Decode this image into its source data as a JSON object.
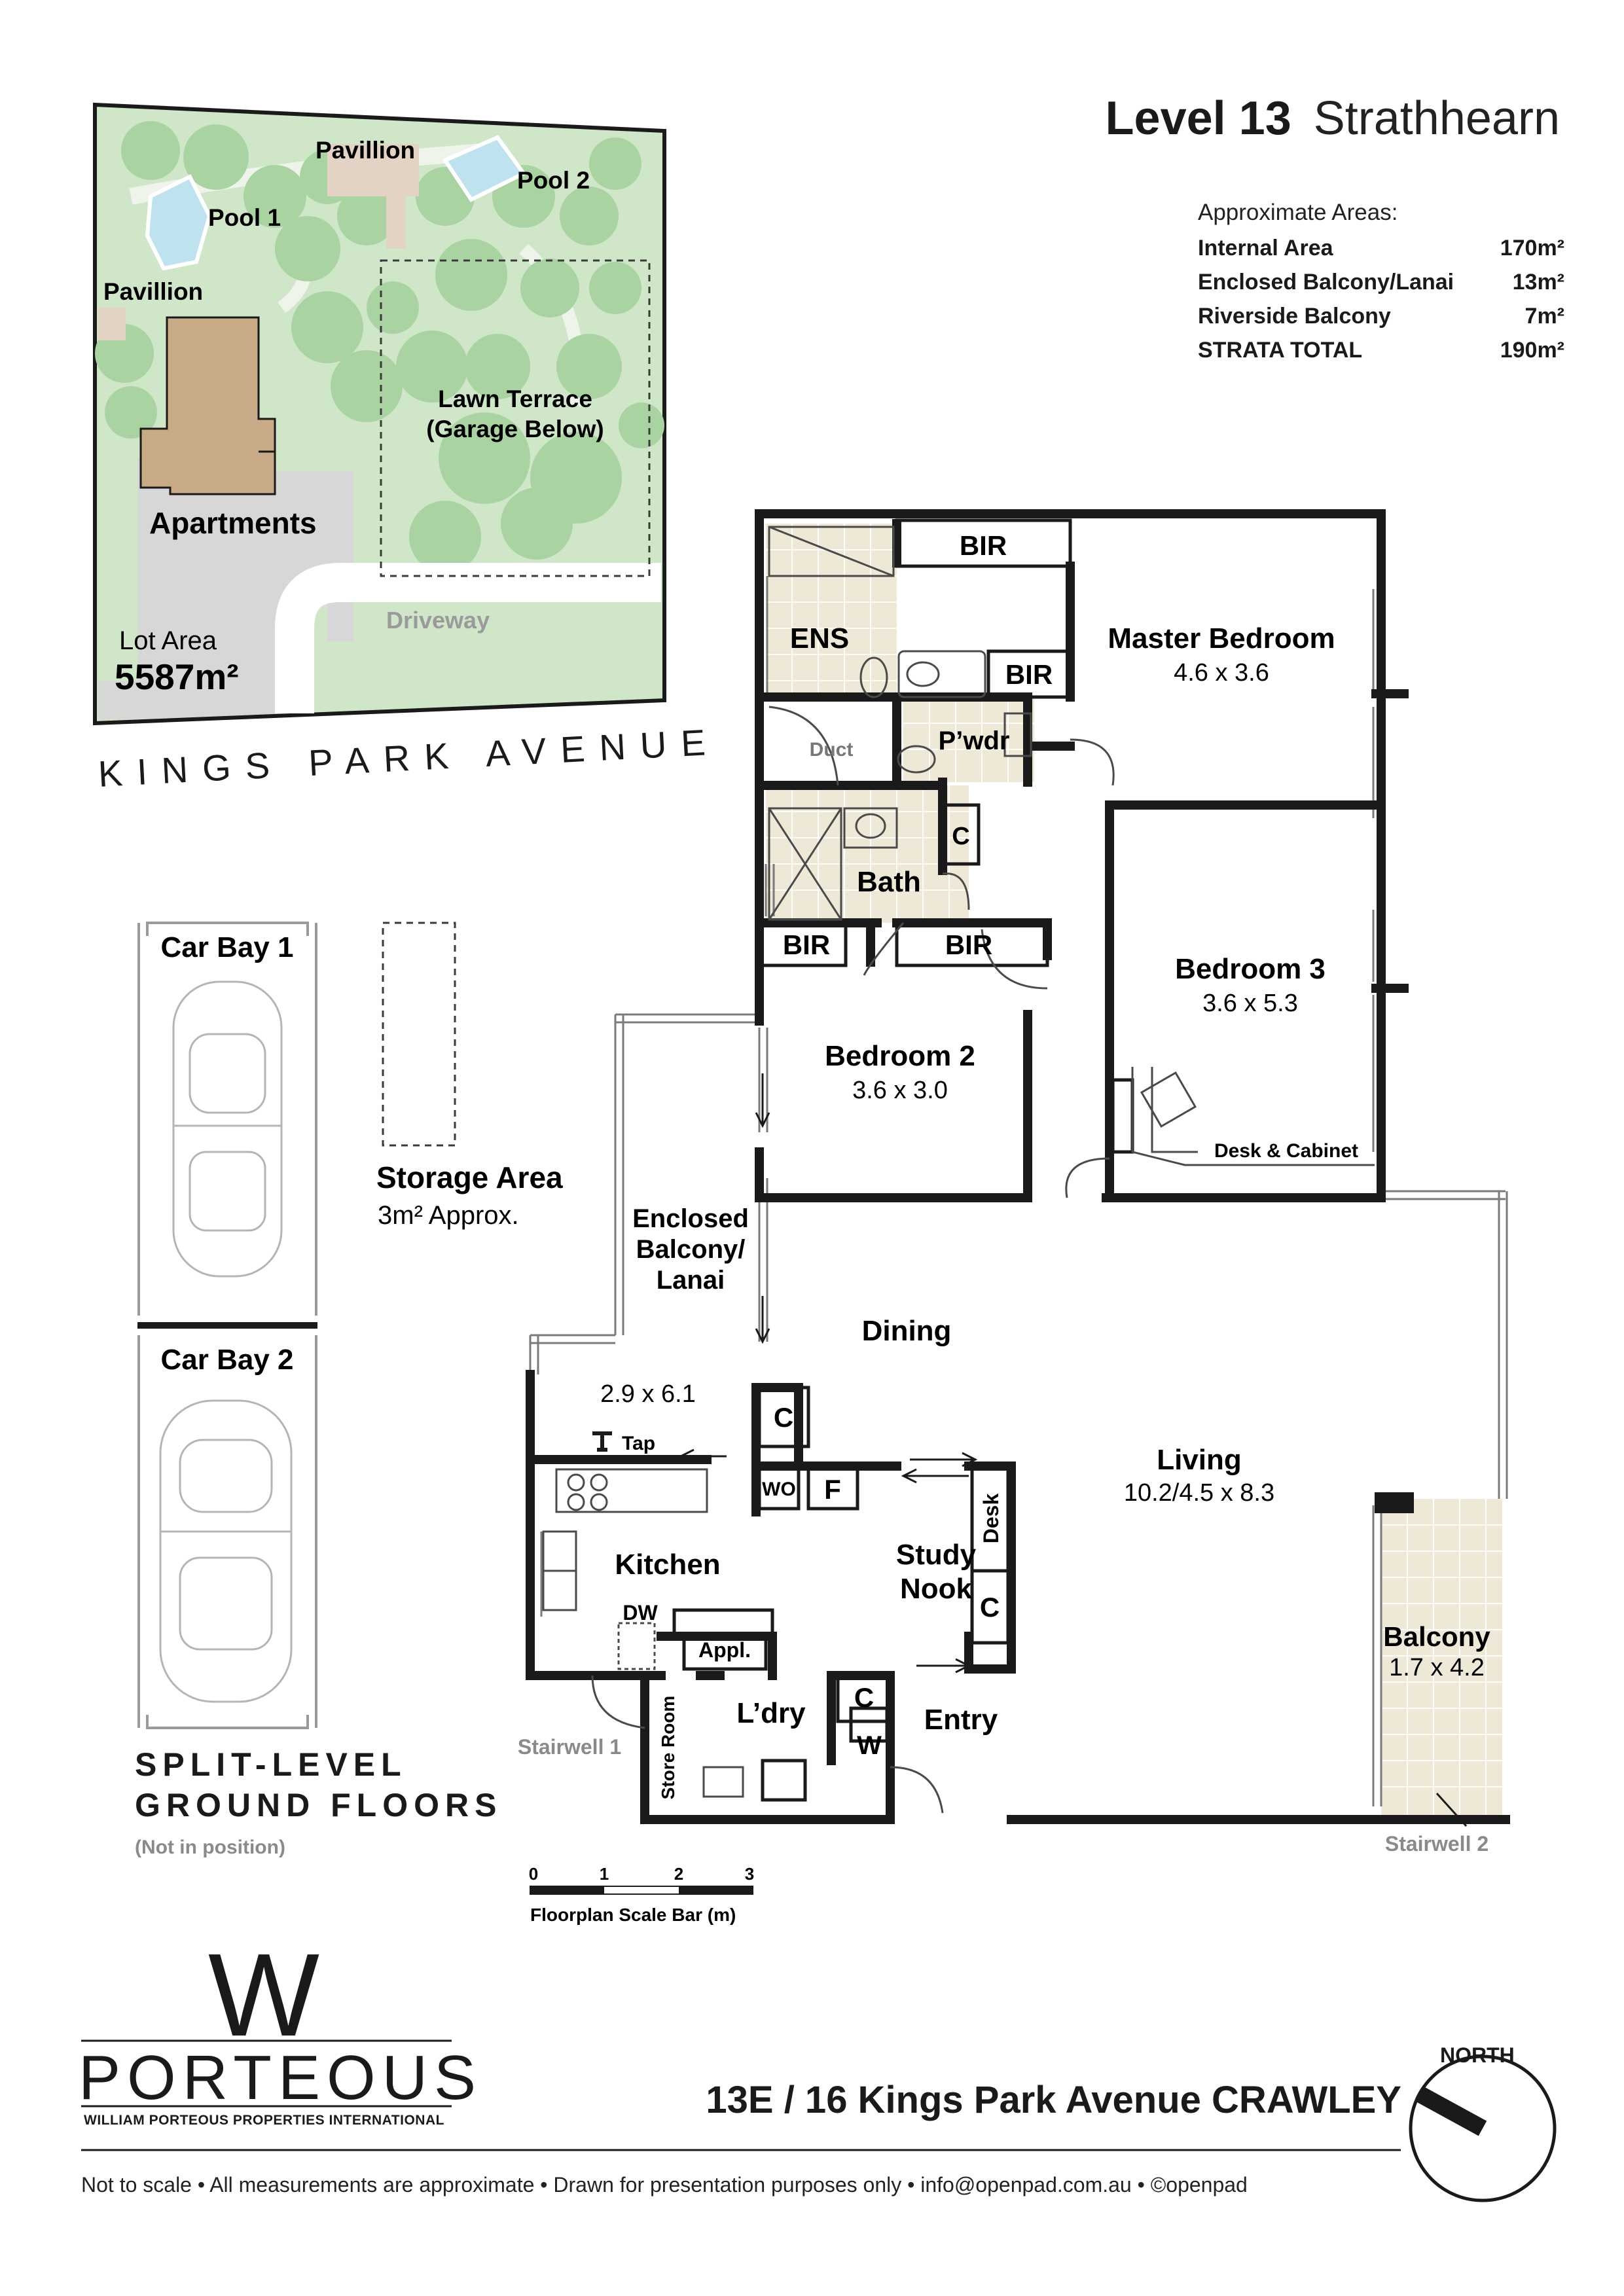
{
  "header": {
    "level": "Level 13",
    "building": "Strathhearn"
  },
  "areas": {
    "title": "Approximate Areas:",
    "rows": [
      {
        "label": "Internal Area",
        "value": "170m²"
      },
      {
        "label": "Enclosed Balcony/Lanai",
        "value": "13m²"
      },
      {
        "label": "Riverside Balcony",
        "value": "7m²"
      },
      {
        "label": "STRATA TOTAL",
        "value": "190m²"
      }
    ]
  },
  "site": {
    "pavillion_top": "Pavillion",
    "pool_1": "Pool 1",
    "pool_2": "Pool 2",
    "pavillion_left": "Pavillion",
    "lawn_1": "Lawn Terrace",
    "lawn_2": "(Garage Below)",
    "apartments": "Apartments",
    "driveway": "Driveway",
    "lot_label": "Lot Area",
    "lot_value": "5587m²",
    "street": "KINGS PARK AVENUE"
  },
  "ground": {
    "car_bay_1": "Car Bay 1",
    "car_bay_2": "Car Bay 2",
    "storage_title": "Storage Area",
    "storage_size": "3m² Approx.",
    "split_line1": "SPLIT-LEVEL",
    "split_line2": "GROUND FLOORS",
    "not_in_position": "(Not in position)"
  },
  "rooms": {
    "bir_top": "BIR",
    "ens": "ENS",
    "bir_master": "BIR",
    "master_name": "Master Bedroom",
    "master_size": "4.6 x 3.6",
    "duct": "Duct",
    "pwdr": "P’wdr",
    "c_bath": "C",
    "bath": "Bath",
    "bir_b2a": "BIR",
    "bir_b2b": "BIR",
    "bed3_name": "Bedroom 3",
    "bed3_size": "3.6 x 5.3",
    "bed2_name": "Bedroom 2",
    "bed2_size": "3.6 x 3.0",
    "desk_cabinet": "Desk & Cabinet",
    "enclosed_1": "Enclosed",
    "enclosed_2": "Balcony/",
    "enclosed_3": "Lanai",
    "dining": "Dining",
    "kitchen_dims": "2.9 x 6.1",
    "tap": "Tap",
    "c_pantry": "C",
    "wo": "WO",
    "f": "F",
    "kitchen": "Kitchen",
    "dw": "DW",
    "appl": "Appl.",
    "study_1": "Study",
    "study_2": "Nook",
    "desk": "Desk",
    "c_study": "C",
    "living_name": "Living",
    "living_size": "10.2/4.5 x 8.3",
    "balcony_name": "Balcony",
    "balcony_size": "1.7 x 4.2",
    "stairwell_1": "Stairwell 1",
    "store_room": "Store Room",
    "laundry": "L’dry",
    "c_laundry": "C",
    "w": "W",
    "entry": "Entry",
    "stairwell_2": "Stairwell 2"
  },
  "scale": {
    "t0": "0",
    "t1": "1",
    "t2": "2",
    "t3": "3",
    "caption": "Floorplan Scale Bar (m)"
  },
  "logo": {
    "mark": "W",
    "name": "PORTEOUS",
    "sub": "WILLIAM PORTEOUS PROPERTIES INTERNATIONAL"
  },
  "address": "13E / 16 Kings Park Avenue CRAWLEY",
  "north": "NORTH",
  "footer": "Not to scale  •  All measurements are approximate  •  Drawn for presentation purposes only  •  info@openpad.com.au  •  ©openpad",
  "colors": {
    "wall": "#1a1a1a",
    "site_green": "#cfe6c9",
    "tree_green": "#a9d4a1",
    "building": "#c8ab86",
    "paving": "#d7d7d7",
    "tile": "#eee9d6",
    "pool": "#bfe2ef"
  }
}
